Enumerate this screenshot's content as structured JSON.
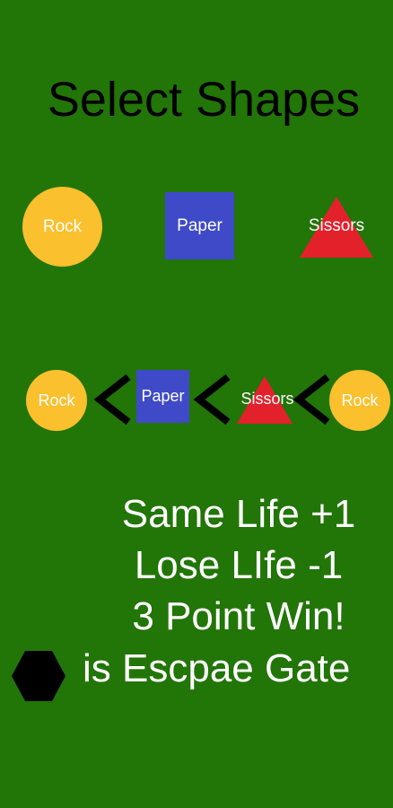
{
  "title": "Select Shapes",
  "colors": {
    "background": "#227507",
    "rock": "#FBC02D",
    "paper": "#3F4AC8",
    "scissors": "#E3212B",
    "text_dark": "#000000",
    "text_light": "#FFFFFF"
  },
  "choices": [
    {
      "id": "rock",
      "label": "Rock",
      "shape": "circle"
    },
    {
      "id": "paper",
      "label": "Paper",
      "shape": "square"
    },
    {
      "id": "scissors",
      "label": "Sissors",
      "shape": "triangle"
    }
  ],
  "cycle": {
    "items": [
      {
        "label": "Rock",
        "shape": "circle"
      },
      {
        "label": "Paper",
        "shape": "square"
      },
      {
        "label": "Sissors",
        "shape": "triangle"
      },
      {
        "label": "Rock",
        "shape": "circle"
      }
    ],
    "separator_icon": "chevron-left-icon"
  },
  "rules": [
    "Same Life +1",
    "Lose LIfe -1",
    "3 Point Win!",
    "is Escpae Gate"
  ],
  "gate_icon": "hexagon-icon"
}
